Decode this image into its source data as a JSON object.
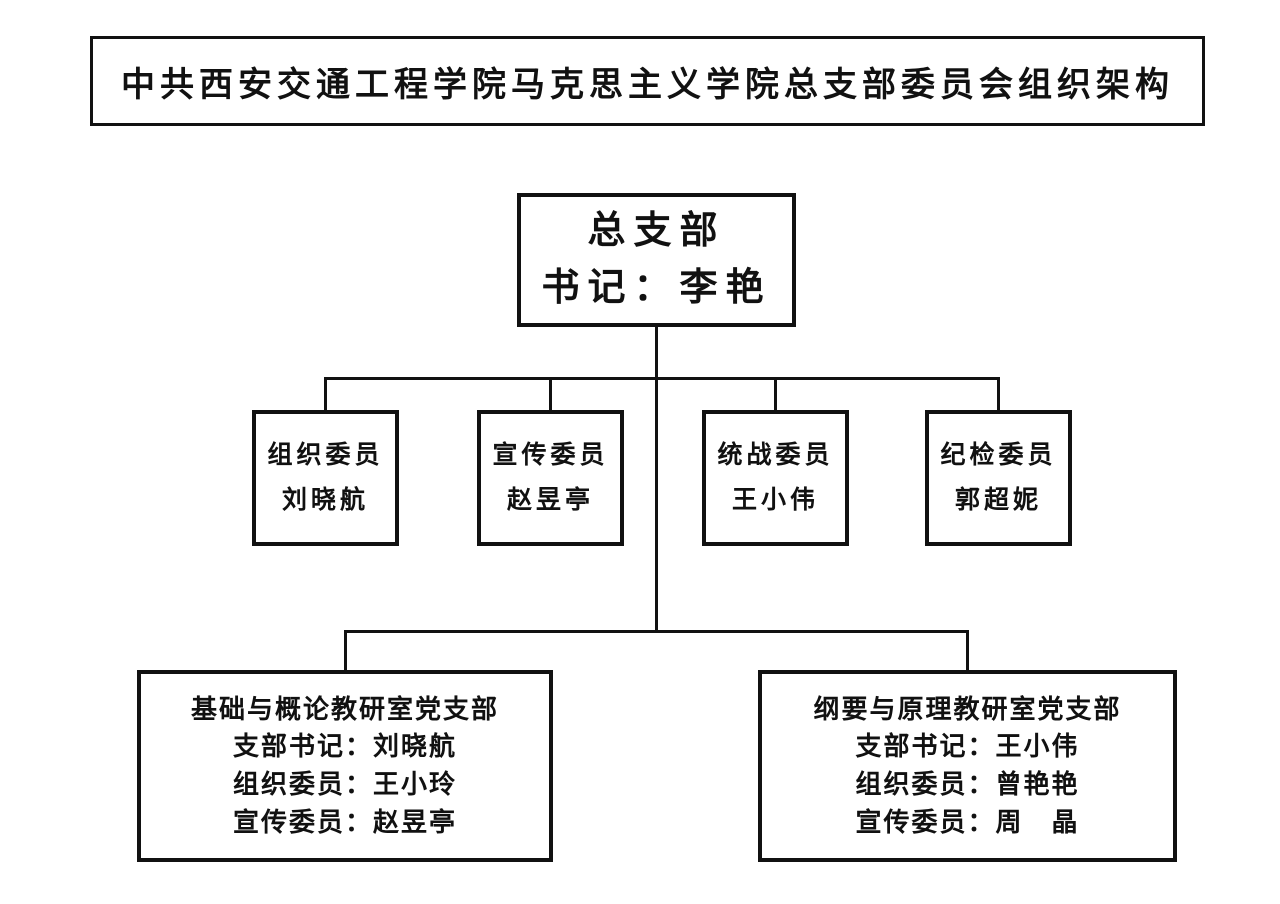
{
  "title": "中共西安交通工程学院马克思主义学院总支部委员会组织架构",
  "root": {
    "line1": "总支部",
    "line2": "书记：李艳"
  },
  "committee_members": [
    {
      "role": "组织委员",
      "name": "刘晓航"
    },
    {
      "role": "宣传委员",
      "name": "赵昱亭"
    },
    {
      "role": "统战委员",
      "name": "王小伟"
    },
    {
      "role": "纪检委员",
      "name": "郭超妮"
    }
  ],
  "branches": [
    {
      "name": "基础与概论教研室党支部",
      "members": [
        "支部书记：刘晓航",
        "组织委员：王小玲",
        "宣传委员：赵昱亭"
      ]
    },
    {
      "name": "纲要与原理教研室党支部",
      "members": [
        "支部书记：王小伟",
        "组织委员：曾艳艳",
        "宣传委员：周　晶"
      ]
    }
  ],
  "colors": {
    "line": "#111111",
    "text": "#111111",
    "background": "#ffffff"
  }
}
